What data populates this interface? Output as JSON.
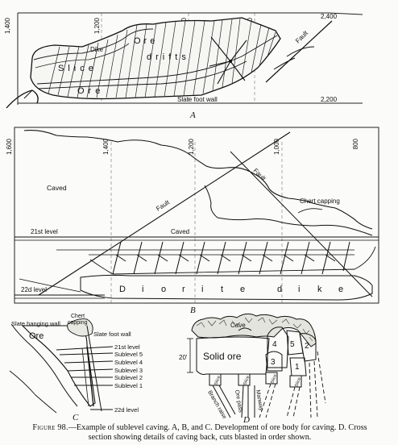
{
  "diagram_a": {
    "letter": "A",
    "top_coords": [
      "1,400",
      "1,200",
      "1,000",
      "800"
    ],
    "elev_top": "2,400",
    "elev_bottom": "2,200",
    "labels": {
      "dike": "Dike",
      "ore_top": "Ore",
      "drifts": "drifts",
      "slice": "Slice",
      "ore_bottom": "Ore",
      "fault": "Fault",
      "footwall": "Slate foot wall"
    }
  },
  "diagram_b": {
    "letter": "B",
    "top_coords": [
      "1,600",
      "1,400",
      "1,200",
      "1,000",
      "800"
    ],
    "labels": {
      "caved_top": "Caved",
      "fault_left": "Fault",
      "fault_right": "Fault",
      "chert_capping": "Chert capping",
      "level_21": "21st level",
      "caved_mid": "Caved",
      "level_22": "22d level",
      "diorite_dike": [
        "D",
        "i",
        "o",
        "r",
        "i",
        "t",
        "e",
        "d",
        "i",
        "k",
        "e"
      ]
    }
  },
  "diagram_c": {
    "letter": "C",
    "labels": {
      "hanging_wall": "Slate hanging wall",
      "ore": "Ore",
      "chert": "Chert",
      "capping": "capping",
      "footwall": "Slate foot wall",
      "level_21": "21st level",
      "sublevel_5": "Sublevel 5",
      "sublevel_4": "Sublevel 4",
      "sublevel_3": "Sublevel 3",
      "sublevel_2": "Sublevel 2",
      "sublevel_1": "Sublevel 1",
      "level_22": "22d level"
    }
  },
  "diagram_d": {
    "letter": "D",
    "labels": {
      "cave": "Cave",
      "solid_ore": "Solid ore",
      "height": "20'",
      "order": [
        "4",
        "5",
        "2",
        "3",
        "1"
      ],
      "slice": "Slice",
      "branch_raise": "Branch raise",
      "ore_pass": "Ore pass",
      "manway": "Manway"
    }
  },
  "caption": {
    "label": "Figure 98.",
    "line1": "—Example of sublevel caving.  A, B, and C. Development of ore body for caving.  D. Cross",
    "line2": "section showing details of caving back, cuts blasted in order shown."
  }
}
